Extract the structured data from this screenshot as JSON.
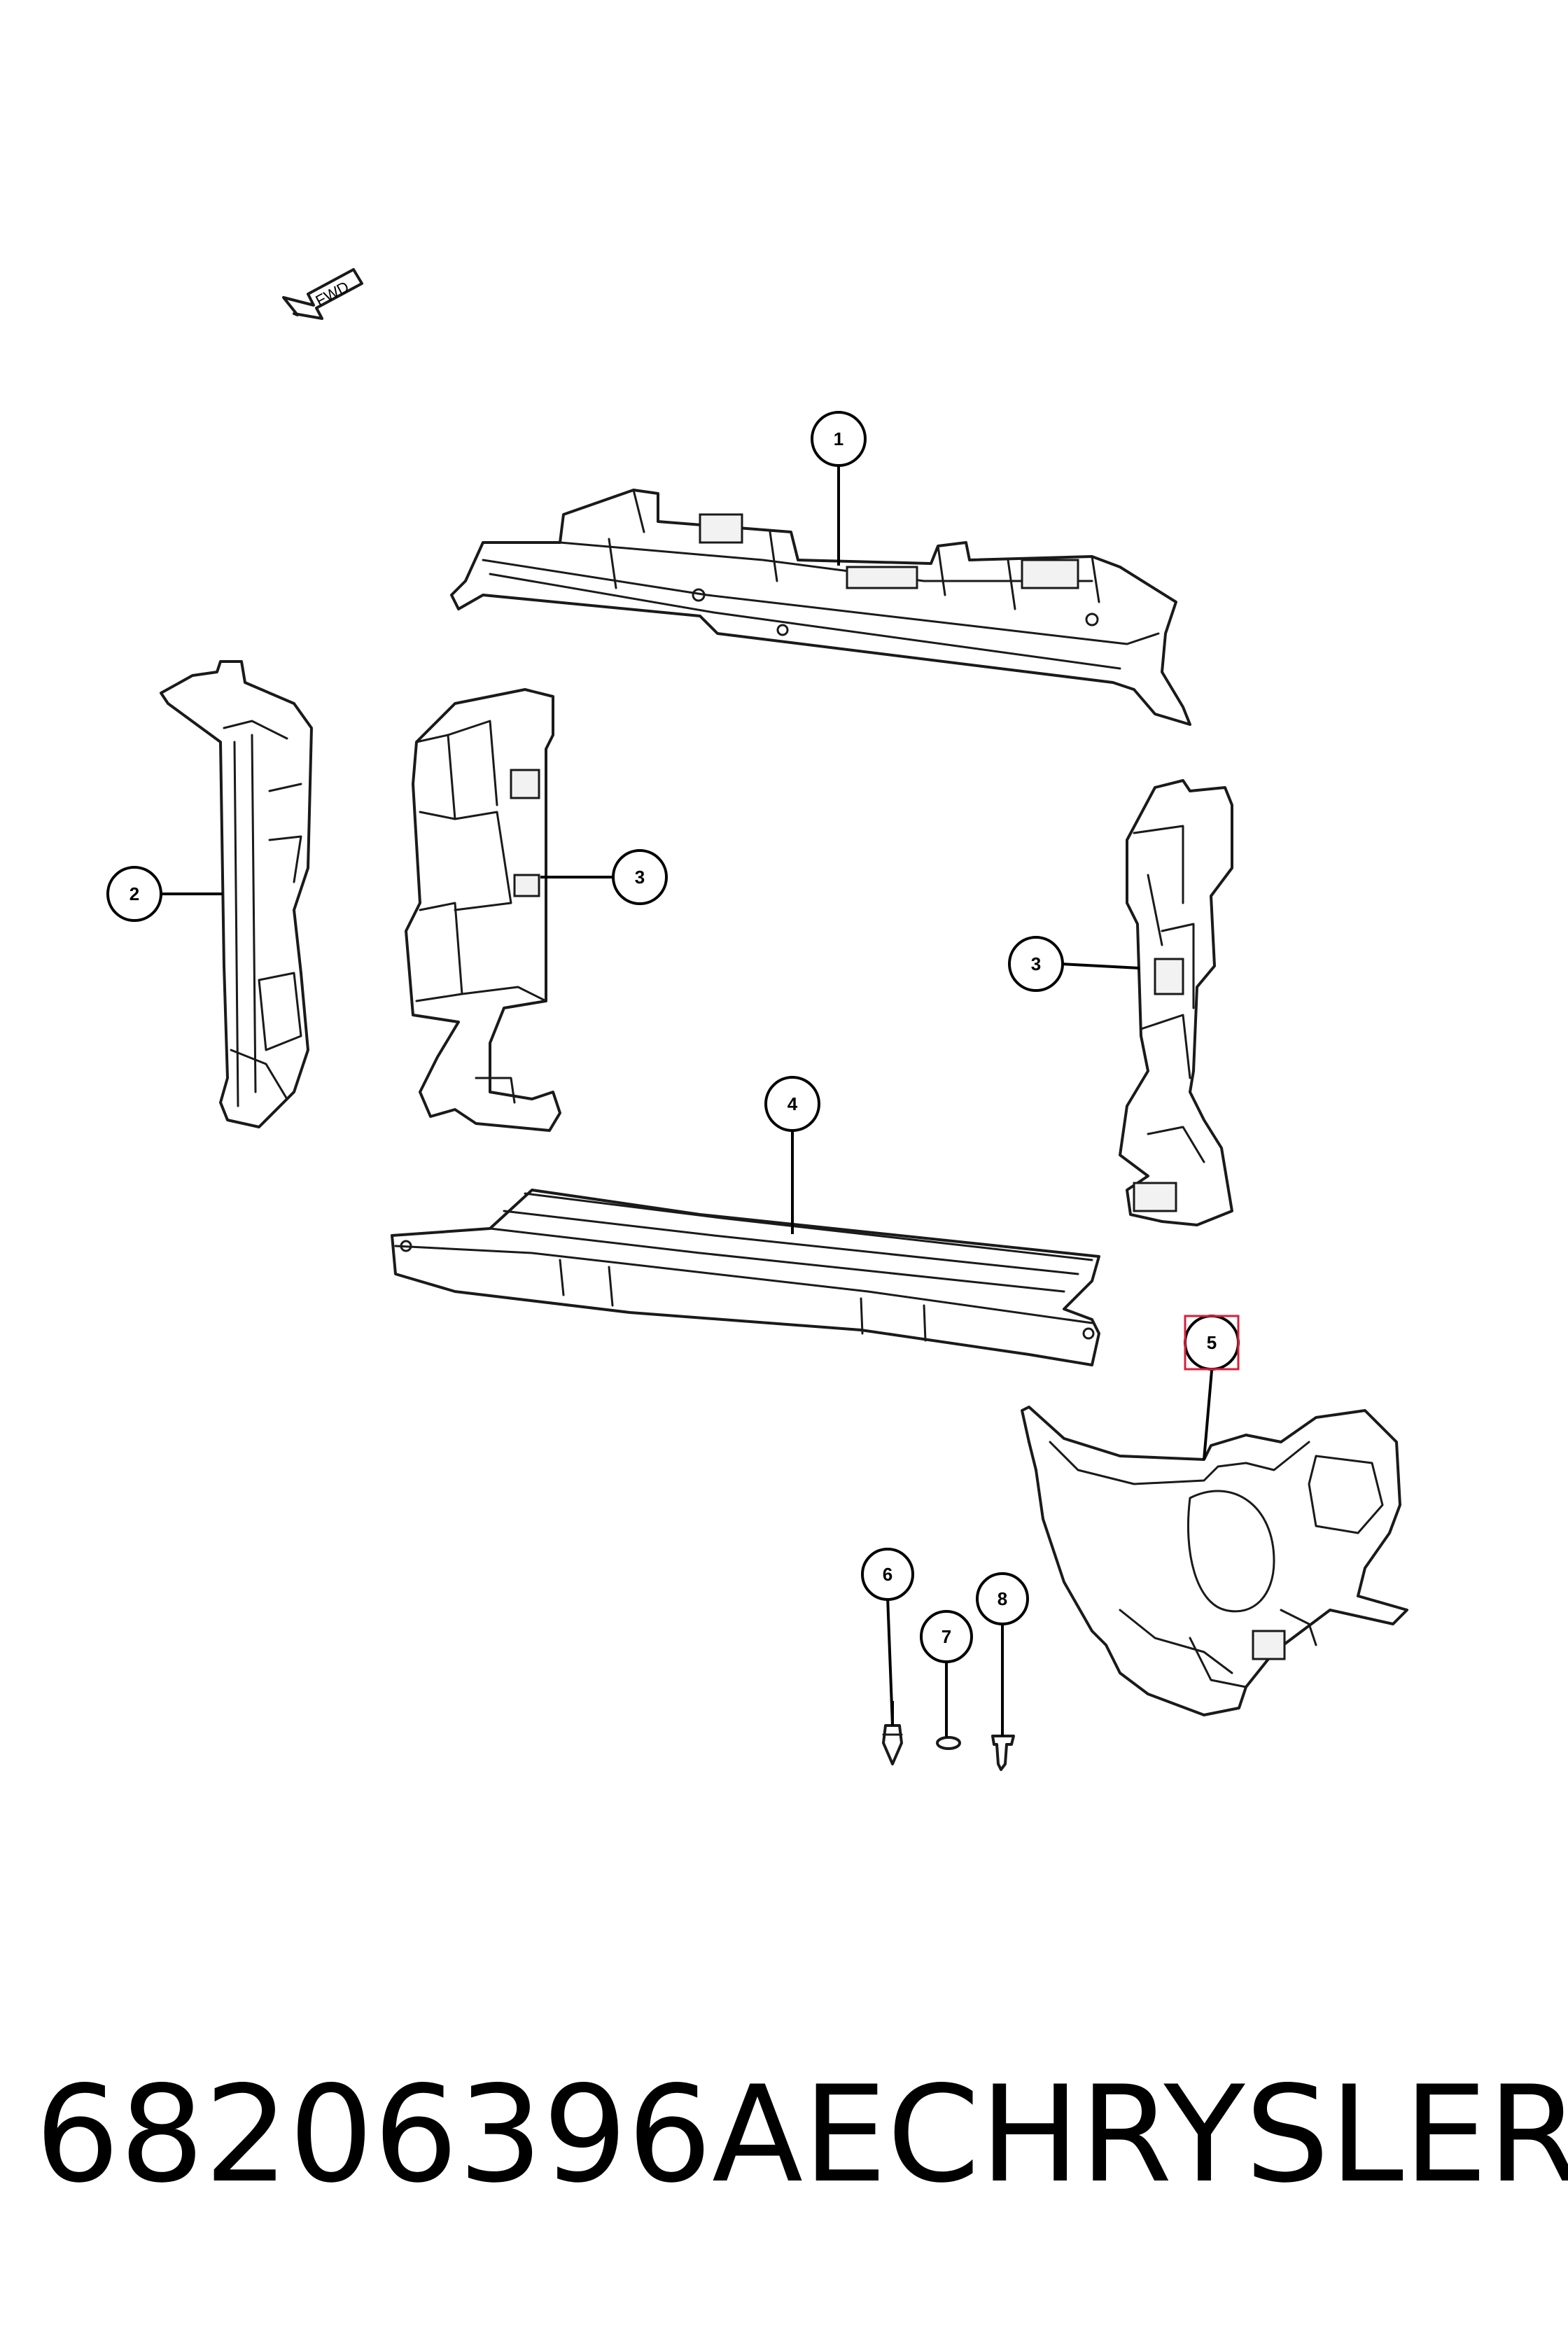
{
  "fwd_label": "FWD",
  "callouts": [
    {
      "id": "callout-1",
      "label": "1",
      "highlighted": false
    },
    {
      "id": "callout-2",
      "label": "2",
      "highlighted": false
    },
    {
      "id": "callout-3a",
      "label": "3",
      "highlighted": false
    },
    {
      "id": "callout-3b",
      "label": "3",
      "highlighted": false
    },
    {
      "id": "callout-4",
      "label": "4",
      "highlighted": false
    },
    {
      "id": "callout-5",
      "label": "5",
      "highlighted": true
    },
    {
      "id": "callout-6",
      "label": "6",
      "highlighted": false
    },
    {
      "id": "callout-7",
      "label": "7",
      "highlighted": false
    },
    {
      "id": "callout-8",
      "label": "8",
      "highlighted": false
    }
  ],
  "caption": {
    "part_number": "68206396AE",
    "brand": "CHRYSLER"
  },
  "colors": {
    "highlight_fill": "#f7c6cf",
    "highlight_stroke": "#d9203a",
    "line": "#1a1a1a"
  }
}
